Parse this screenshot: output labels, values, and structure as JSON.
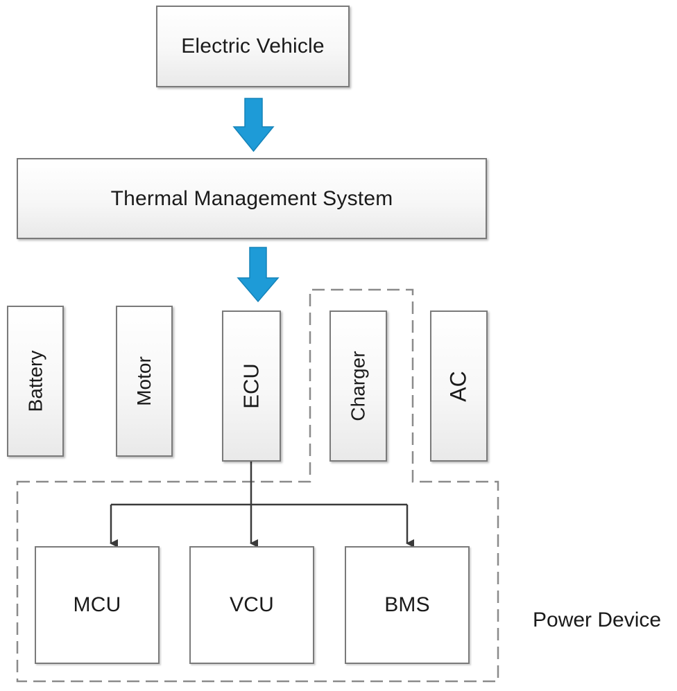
{
  "diagram": {
    "nodes": {
      "electric_vehicle": "Electric Vehicle",
      "thermal_management_system": "Thermal Management System",
      "battery": "Battery",
      "motor": "Motor",
      "ecu": "ECU",
      "charger": "Charger",
      "ac": "AC",
      "mcu": "MCU",
      "vcu": "VCU",
      "bms": "BMS"
    },
    "group_label": "Power Device",
    "colors": {
      "arrow_fill": "#1E9BD7",
      "box_border": "#7a7a7a",
      "dashed_border": "#8a8a8a",
      "connector": "#3a3a3a"
    },
    "edges": [
      {
        "from": "electric_vehicle",
        "to": "thermal_management_system",
        "style": "block-arrow"
      },
      {
        "from": "thermal_management_system",
        "to": "ecu",
        "style": "block-arrow"
      },
      {
        "from": "ecu",
        "to": "mcu",
        "style": "line-arrow"
      },
      {
        "from": "ecu",
        "to": "vcu",
        "style": "line-arrow"
      },
      {
        "from": "ecu",
        "to": "bms",
        "style": "line-arrow"
      }
    ]
  }
}
